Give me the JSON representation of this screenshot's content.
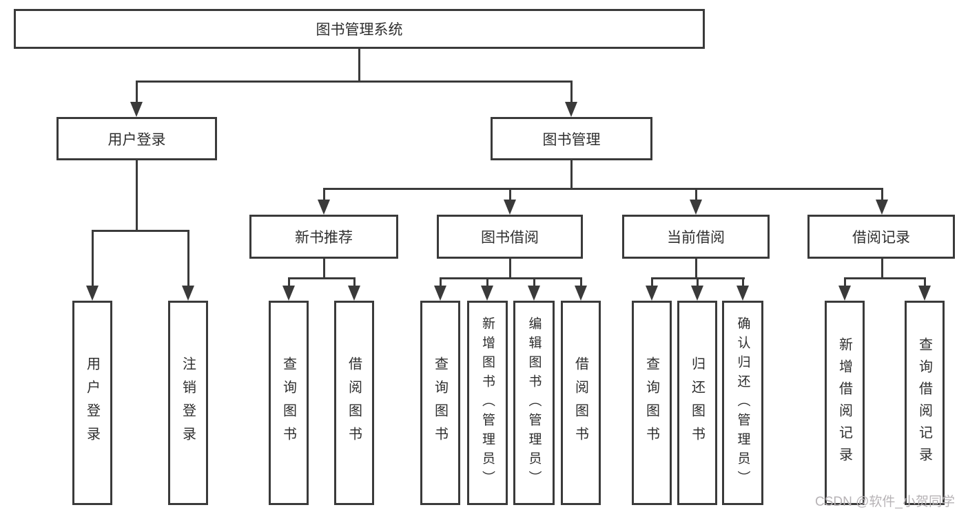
{
  "diagram": {
    "type": "hierarchy-tree",
    "title": "图书管理系统",
    "nodes": {
      "root": {
        "label": "图书管理系统"
      },
      "user_login": {
        "label": "用户登录"
      },
      "book_mgmt": {
        "label": "图书管理"
      },
      "new_book_rec": {
        "label": "新书推荐"
      },
      "book_borrow": {
        "label": "图书借阅"
      },
      "current_borrow": {
        "label": "当前借阅"
      },
      "borrow_record": {
        "label": "借阅记录"
      },
      "leaf_user_login": {
        "label": "用户登录"
      },
      "leaf_logout": {
        "label": "注销登录"
      },
      "leaf_query_book_1": {
        "label": "查询图书"
      },
      "leaf_borrow_book_1": {
        "label": "借阅图书"
      },
      "leaf_query_book_2": {
        "label": "查询图书"
      },
      "leaf_add_book": {
        "label": "新增图书（管理员）"
      },
      "leaf_edit_book": {
        "label": "编辑图书（管理员）"
      },
      "leaf_borrow_book_2": {
        "label": "借阅图书"
      },
      "leaf_query_book_3": {
        "label": "查询图书"
      },
      "leaf_return_book": {
        "label": "归还图书"
      },
      "leaf_confirm_return": {
        "label": "确认归还（管理员）"
      },
      "leaf_add_record": {
        "label": "新增借阅记录"
      },
      "leaf_query_record": {
        "label": "查询借阅记录"
      }
    },
    "edges": [
      [
        "图书管理系统",
        "用户登录"
      ],
      [
        "图书管理系统",
        "图书管理"
      ],
      [
        "用户登录",
        "用户登录(叶)"
      ],
      [
        "用户登录",
        "注销登录"
      ],
      [
        "图书管理",
        "新书推荐"
      ],
      [
        "图书管理",
        "图书借阅"
      ],
      [
        "图书管理",
        "当前借阅"
      ],
      [
        "图书管理",
        "借阅记录"
      ],
      [
        "新书推荐",
        "查询图书"
      ],
      [
        "新书推荐",
        "借阅图书"
      ],
      [
        "图书借阅",
        "查询图书"
      ],
      [
        "图书借阅",
        "新增图书（管理员）"
      ],
      [
        "图书借阅",
        "编辑图书（管理员）"
      ],
      [
        "图书借阅",
        "借阅图书"
      ],
      [
        "当前借阅",
        "查询图书"
      ],
      [
        "当前借阅",
        "归还图书"
      ],
      [
        "当前借阅",
        "确认归还（管理员）"
      ],
      [
        "借阅记录",
        "新增借阅记录"
      ],
      [
        "借阅记录",
        "查询借阅记录"
      ]
    ],
    "colors": {
      "line": "#3a3a3a",
      "text": "#2e2e2e",
      "background": "#ffffff",
      "watermark_text": "#b7b3b6"
    }
  },
  "watermark": "CSDN @软件_小贺同学"
}
